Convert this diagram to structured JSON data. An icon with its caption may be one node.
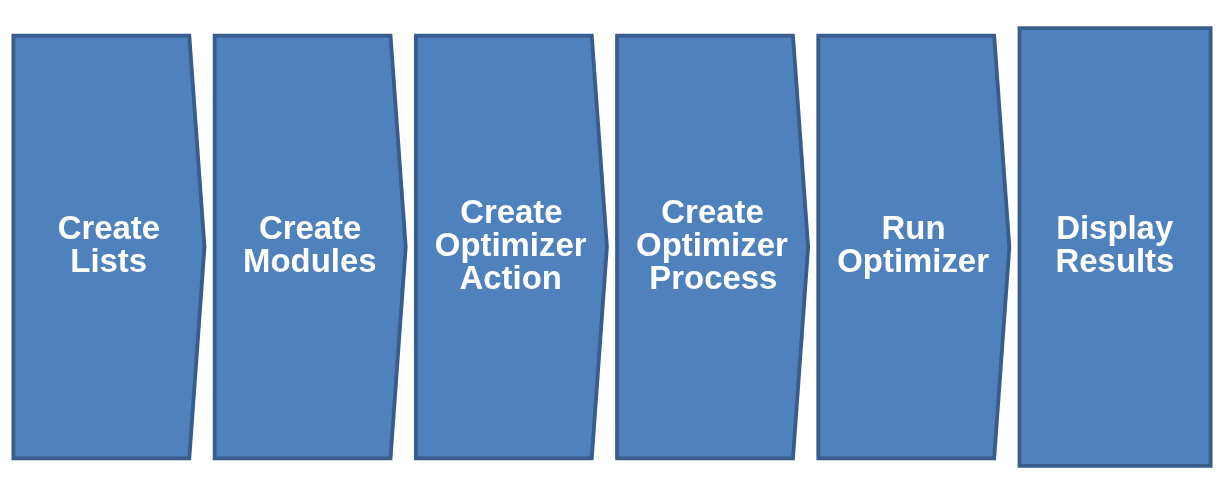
{
  "diagram": {
    "nodes": [
      {
        "text": [
          "Create Lists"
        ]
      },
      {
        "text": [
          "Create Modules"
        ]
      },
      {
        "text": [
          "Create Optimizer Action"
        ]
      },
      {
        "text": [
          "Create Optimizer Process"
        ]
      },
      {
        "text": [
          "Run Optimizer"
        ]
      },
      {
        "text": [
          "Display Results"
        ]
      }
    ],
    "edges": []
  }
}
